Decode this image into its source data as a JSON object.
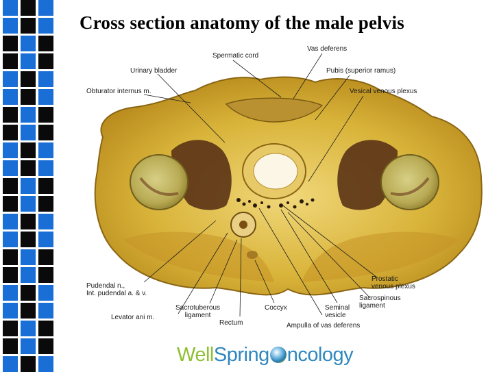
{
  "slide": {
    "title": "Cross section anatomy of the male pelvis"
  },
  "figure_labels": {
    "spermatic_cord": "Spermatic cord",
    "vas_deferens": "Vas deferens",
    "urinary_bladder": "Urinary bladder",
    "pubis": "Pubis (superior ramus)",
    "obturator_internus": "Obturator internus m.",
    "vesical_venous_plexus": "Vesical venous plexus",
    "prostatic_venous_plexus": [
      "Prostatic",
      "venous plexus"
    ],
    "pudendal": [
      "Pudendal n.,",
      "Int. pudendal a. & v."
    ],
    "sacrospinous_ligament": [
      "Sacrospinous",
      "ligament"
    ],
    "levator_ani": "Levator ani m.",
    "sacrotuberous_ligament": [
      "Sacrotuberous",
      "ligament"
    ],
    "coccyx": "Coccyx",
    "seminal_vesicle": [
      "Seminal",
      "vesicle"
    ],
    "rectum": "Rectum",
    "ampulla": "Ampulla of vas deferens"
  },
  "logo": {
    "part1": "Well",
    "part2": "Spring",
    "part3": "ncology"
  },
  "colors": {
    "strip_blue": "#1a6fd6",
    "strip_teal": "#1aa0c8",
    "strip_black": "#0a0a0a",
    "strip_gray": "#cfd6dc",
    "logo_green": "#8fbf34",
    "logo_blue": "#2f87bf",
    "tissue_yellow": "#d9b43a",
    "muscle_dark": "#5a3216"
  }
}
